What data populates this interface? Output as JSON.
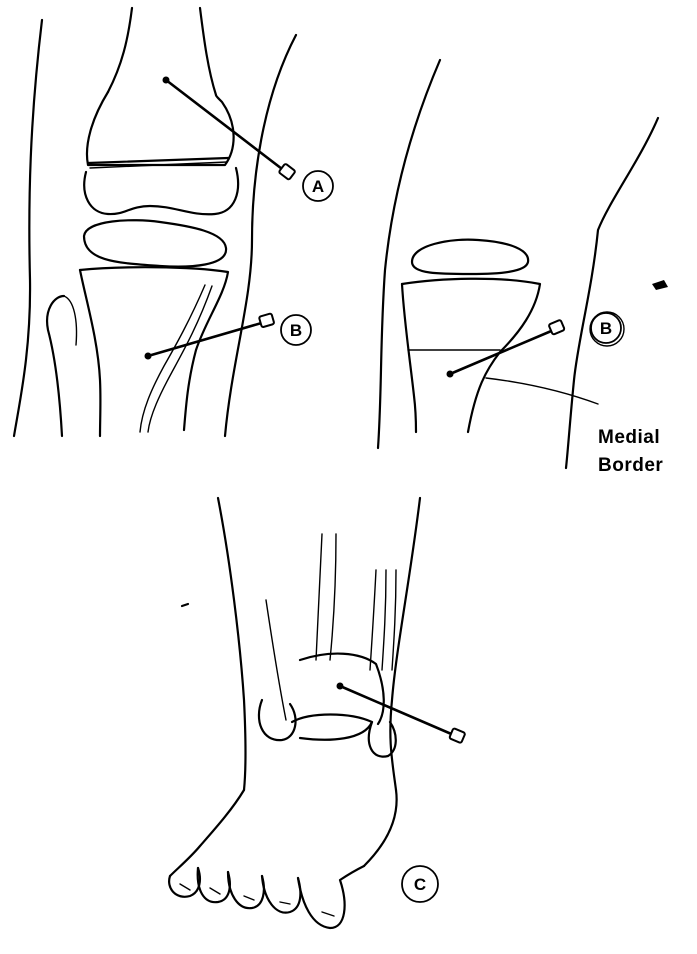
{
  "labels": {
    "A": "A",
    "B_left": "B",
    "B_right": "B",
    "C": "C",
    "medial_border_line1": "Medial",
    "medial_border_line2": "Border"
  }
}
